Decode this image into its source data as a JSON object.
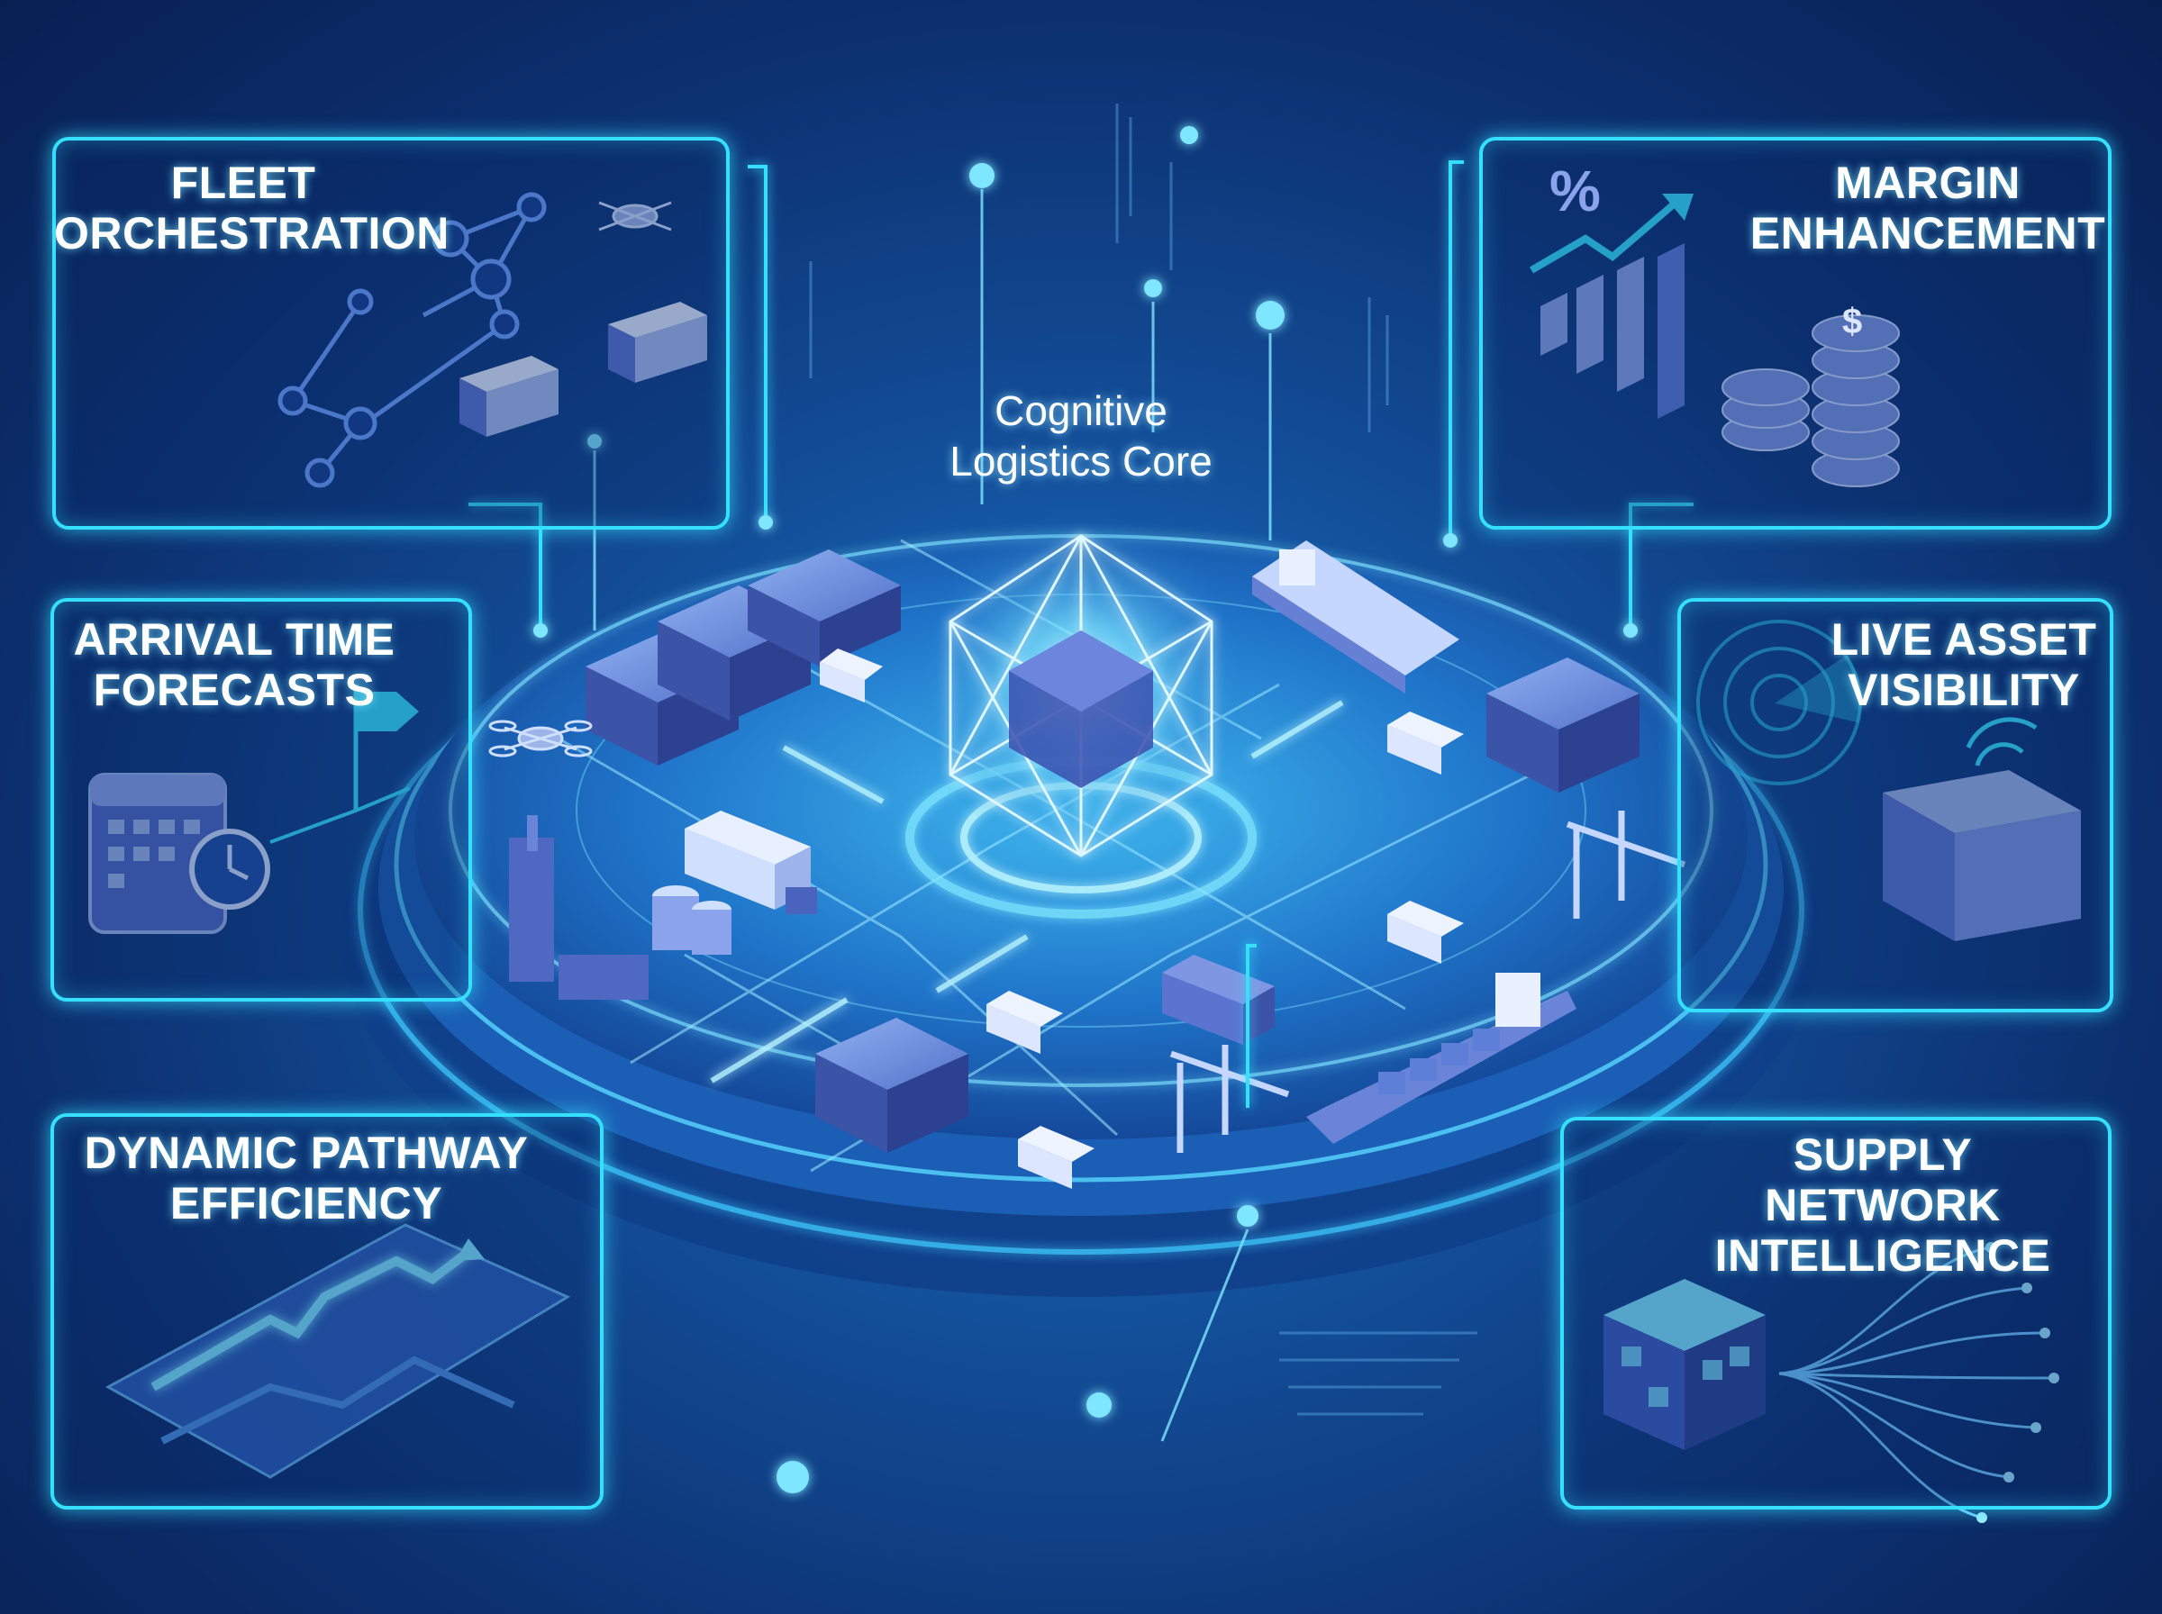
{
  "core": {
    "line1": "Cognitive",
    "line2": "Logistics Core"
  },
  "panels": {
    "fleet": {
      "line1": "FLEET",
      "line2": "ORCHESTRATION"
    },
    "margin": {
      "line1": "MARGIN",
      "line2": "ENHANCEMENT"
    },
    "arrival": {
      "line1": "ARRIVAL TIME",
      "line2": "FORECASTS"
    },
    "visibility": {
      "line1": "LIVE ASSET",
      "line2": "VISIBILITY"
    },
    "pathway": {
      "line1": "DYNAMIC PATHWAY",
      "line2": "EFFICIENCY"
    },
    "supply": {
      "line1": "SUPPLY NETWORK",
      "line2": "INTELLIGENCE"
    }
  },
  "icons": {
    "percent_symbol": "%",
    "currency_symbol": "$"
  },
  "colors": {
    "neon": "#35e0ff",
    "deep_blue": "#0c2f6e",
    "mid_blue": "#1d7fcf",
    "asset_blue": "#5d7fd8"
  }
}
